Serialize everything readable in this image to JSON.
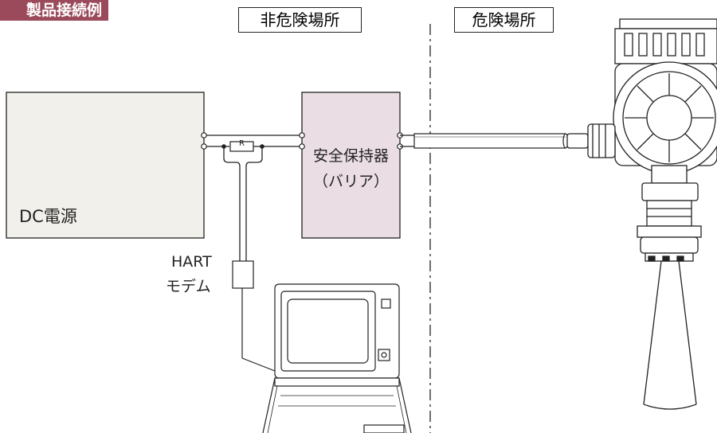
{
  "header": {
    "title": "製品接続例"
  },
  "zones": {
    "non_hazardous": "非危険場所",
    "hazardous": "危険場所"
  },
  "dc_power": {
    "label": "DC電源"
  },
  "barrier": {
    "name": "安全保持器",
    "subtitle": "（バリア）"
  },
  "resistor": {
    "label": "R"
  },
  "hart_modem": {
    "line1": "HART",
    "line2": "モデム"
  },
  "colors": {
    "title_bg": "#9a4a5a",
    "dc_fill": "#f1f0ea",
    "barrier_fill": "#eadde4",
    "line": "#222222"
  }
}
